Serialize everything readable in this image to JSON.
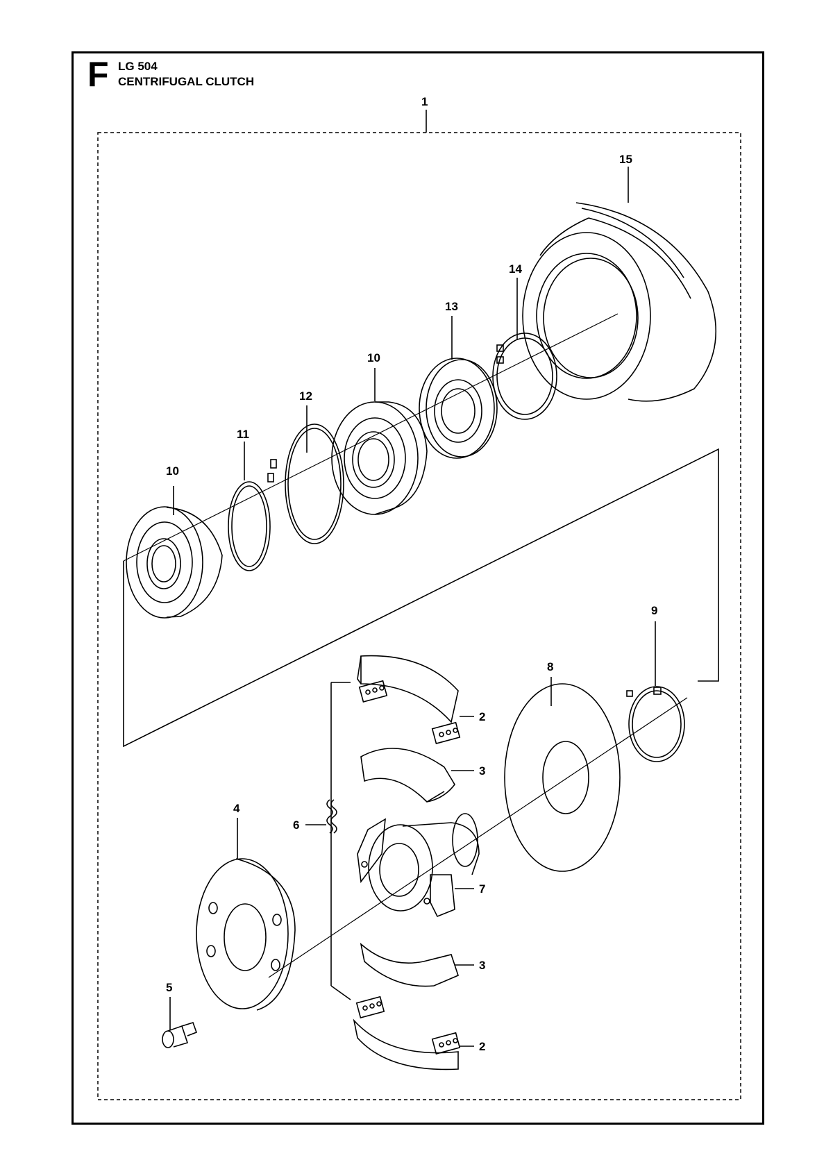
{
  "header": {
    "section": "F",
    "model": "LG 504",
    "title": "CENTRIFUGAL CLUTCH"
  },
  "callouts": [
    {
      "id": "c1",
      "label": "1"
    },
    {
      "id": "c15",
      "label": "15"
    },
    {
      "id": "c14",
      "label": "14"
    },
    {
      "id": "c13",
      "label": "13"
    },
    {
      "id": "c10a",
      "label": "10"
    },
    {
      "id": "c12",
      "label": "12"
    },
    {
      "id": "c11",
      "label": "11"
    },
    {
      "id": "c10b",
      "label": "10"
    },
    {
      "id": "c9",
      "label": "9"
    },
    {
      "id": "c8",
      "label": "8"
    },
    {
      "id": "c2a",
      "label": "2"
    },
    {
      "id": "c3a",
      "label": "3"
    },
    {
      "id": "c6",
      "label": "6"
    },
    {
      "id": "c4",
      "label": "4"
    },
    {
      "id": "c7",
      "label": "7"
    },
    {
      "id": "c3b",
      "label": "3"
    },
    {
      "id": "c5",
      "label": "5"
    },
    {
      "id": "c2b",
      "label": "2"
    }
  ]
}
